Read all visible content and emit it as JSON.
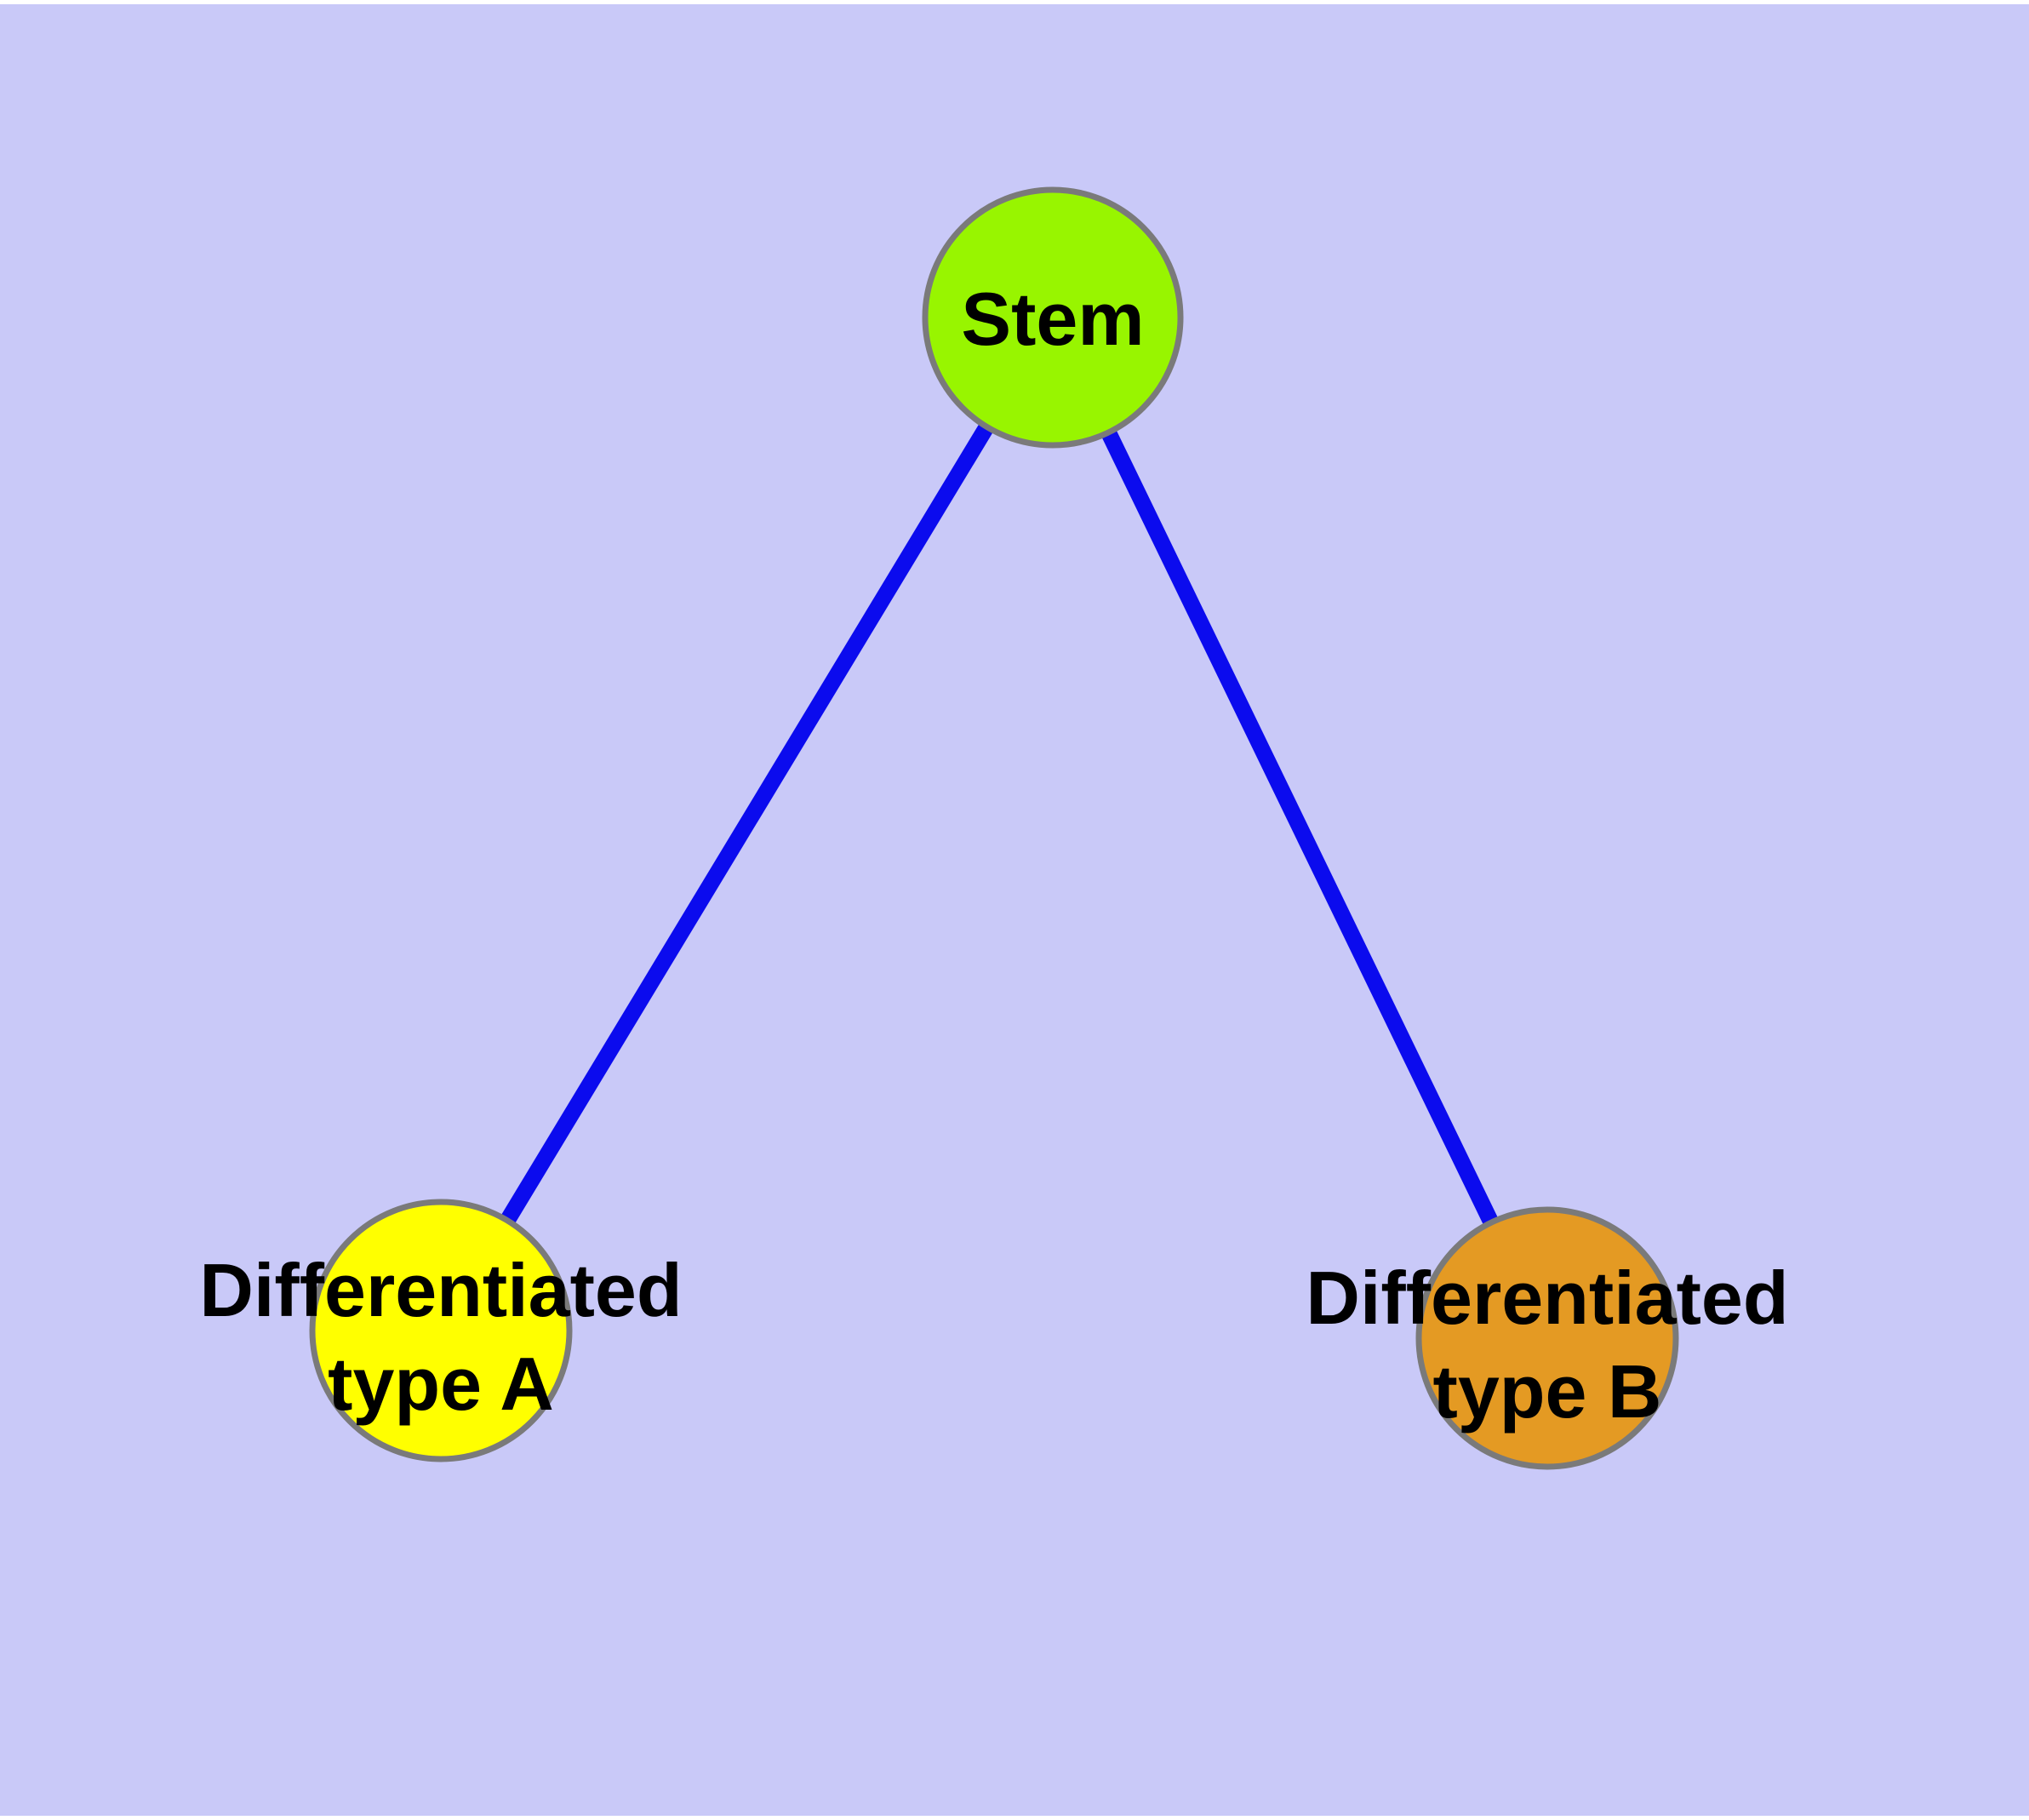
{
  "canvas": {
    "background_color": "#c9c9f8",
    "frame_color": "#ffffff"
  },
  "graph": {
    "text_color": "#000000",
    "nodes": [
      {
        "id": "stem",
        "label": "Stem",
        "fill_color": "#98f500",
        "border_color": "#7a7a7a"
      },
      {
        "id": "differentiated-type-a",
        "label": "Differentiated type A",
        "label_lines": {
          "line1": "Differentiated",
          "line2": "type A"
        },
        "fill_color": "#ffff00",
        "border_color": "#7a7a7a"
      },
      {
        "id": "differentiated-type-b",
        "label": "Differentiated type B",
        "label_lines": {
          "line1": "Differentiated",
          "line2": "type B"
        },
        "fill_color": "#e49a23",
        "border_color": "#7a7a7a"
      }
    ],
    "edges": [
      {
        "from": "stem",
        "to": "differentiated-type-a",
        "color": "#0b0bee"
      },
      {
        "from": "stem",
        "to": "differentiated-type-b",
        "color": "#0b0bee"
      }
    ]
  }
}
